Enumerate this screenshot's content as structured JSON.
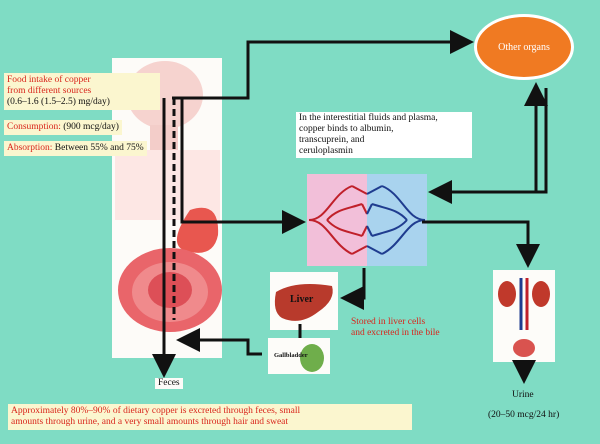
{
  "food_intake": {
    "line1": "Food intake of copper",
    "line2": "from different sources",
    "line3": "(0.6–1.6 (1.5–2.5) mg/day)"
  },
  "consumption": {
    "label": "Consumption:",
    "value": " (900 mcg/day)"
  },
  "absorption": {
    "label": "Absorption:",
    "value": " Between 55% and 75%"
  },
  "other_organs": "Other organs",
  "plasma_note": {
    "line1": "In the interestitial fluids and plasma,",
    "line2": "copper binds to albumin,",
    "line3": "transcuprein, and",
    "line4": "ceruloplasmin"
  },
  "liver": "Liver",
  "liver_note": {
    "line1": "Stored in liver cells",
    "line2": "and excreted in the bile"
  },
  "gallbladder": "Gallbladder",
  "feces": "Feces",
  "urine": "Urine",
  "urine_amount": "(20–50 mcg/24 hr)",
  "footer": {
    "line1": "Approximately 80%–90% of dietary copper is excreted through feces, small",
    "line2": "amounts through urine, and a very small amounts through hair and sweat"
  },
  "colors": {
    "background": "#7fdcc4",
    "accent_red": "#d8261c",
    "organ_orange": "#f07a22",
    "note_yellow": "#fbf6cf"
  }
}
